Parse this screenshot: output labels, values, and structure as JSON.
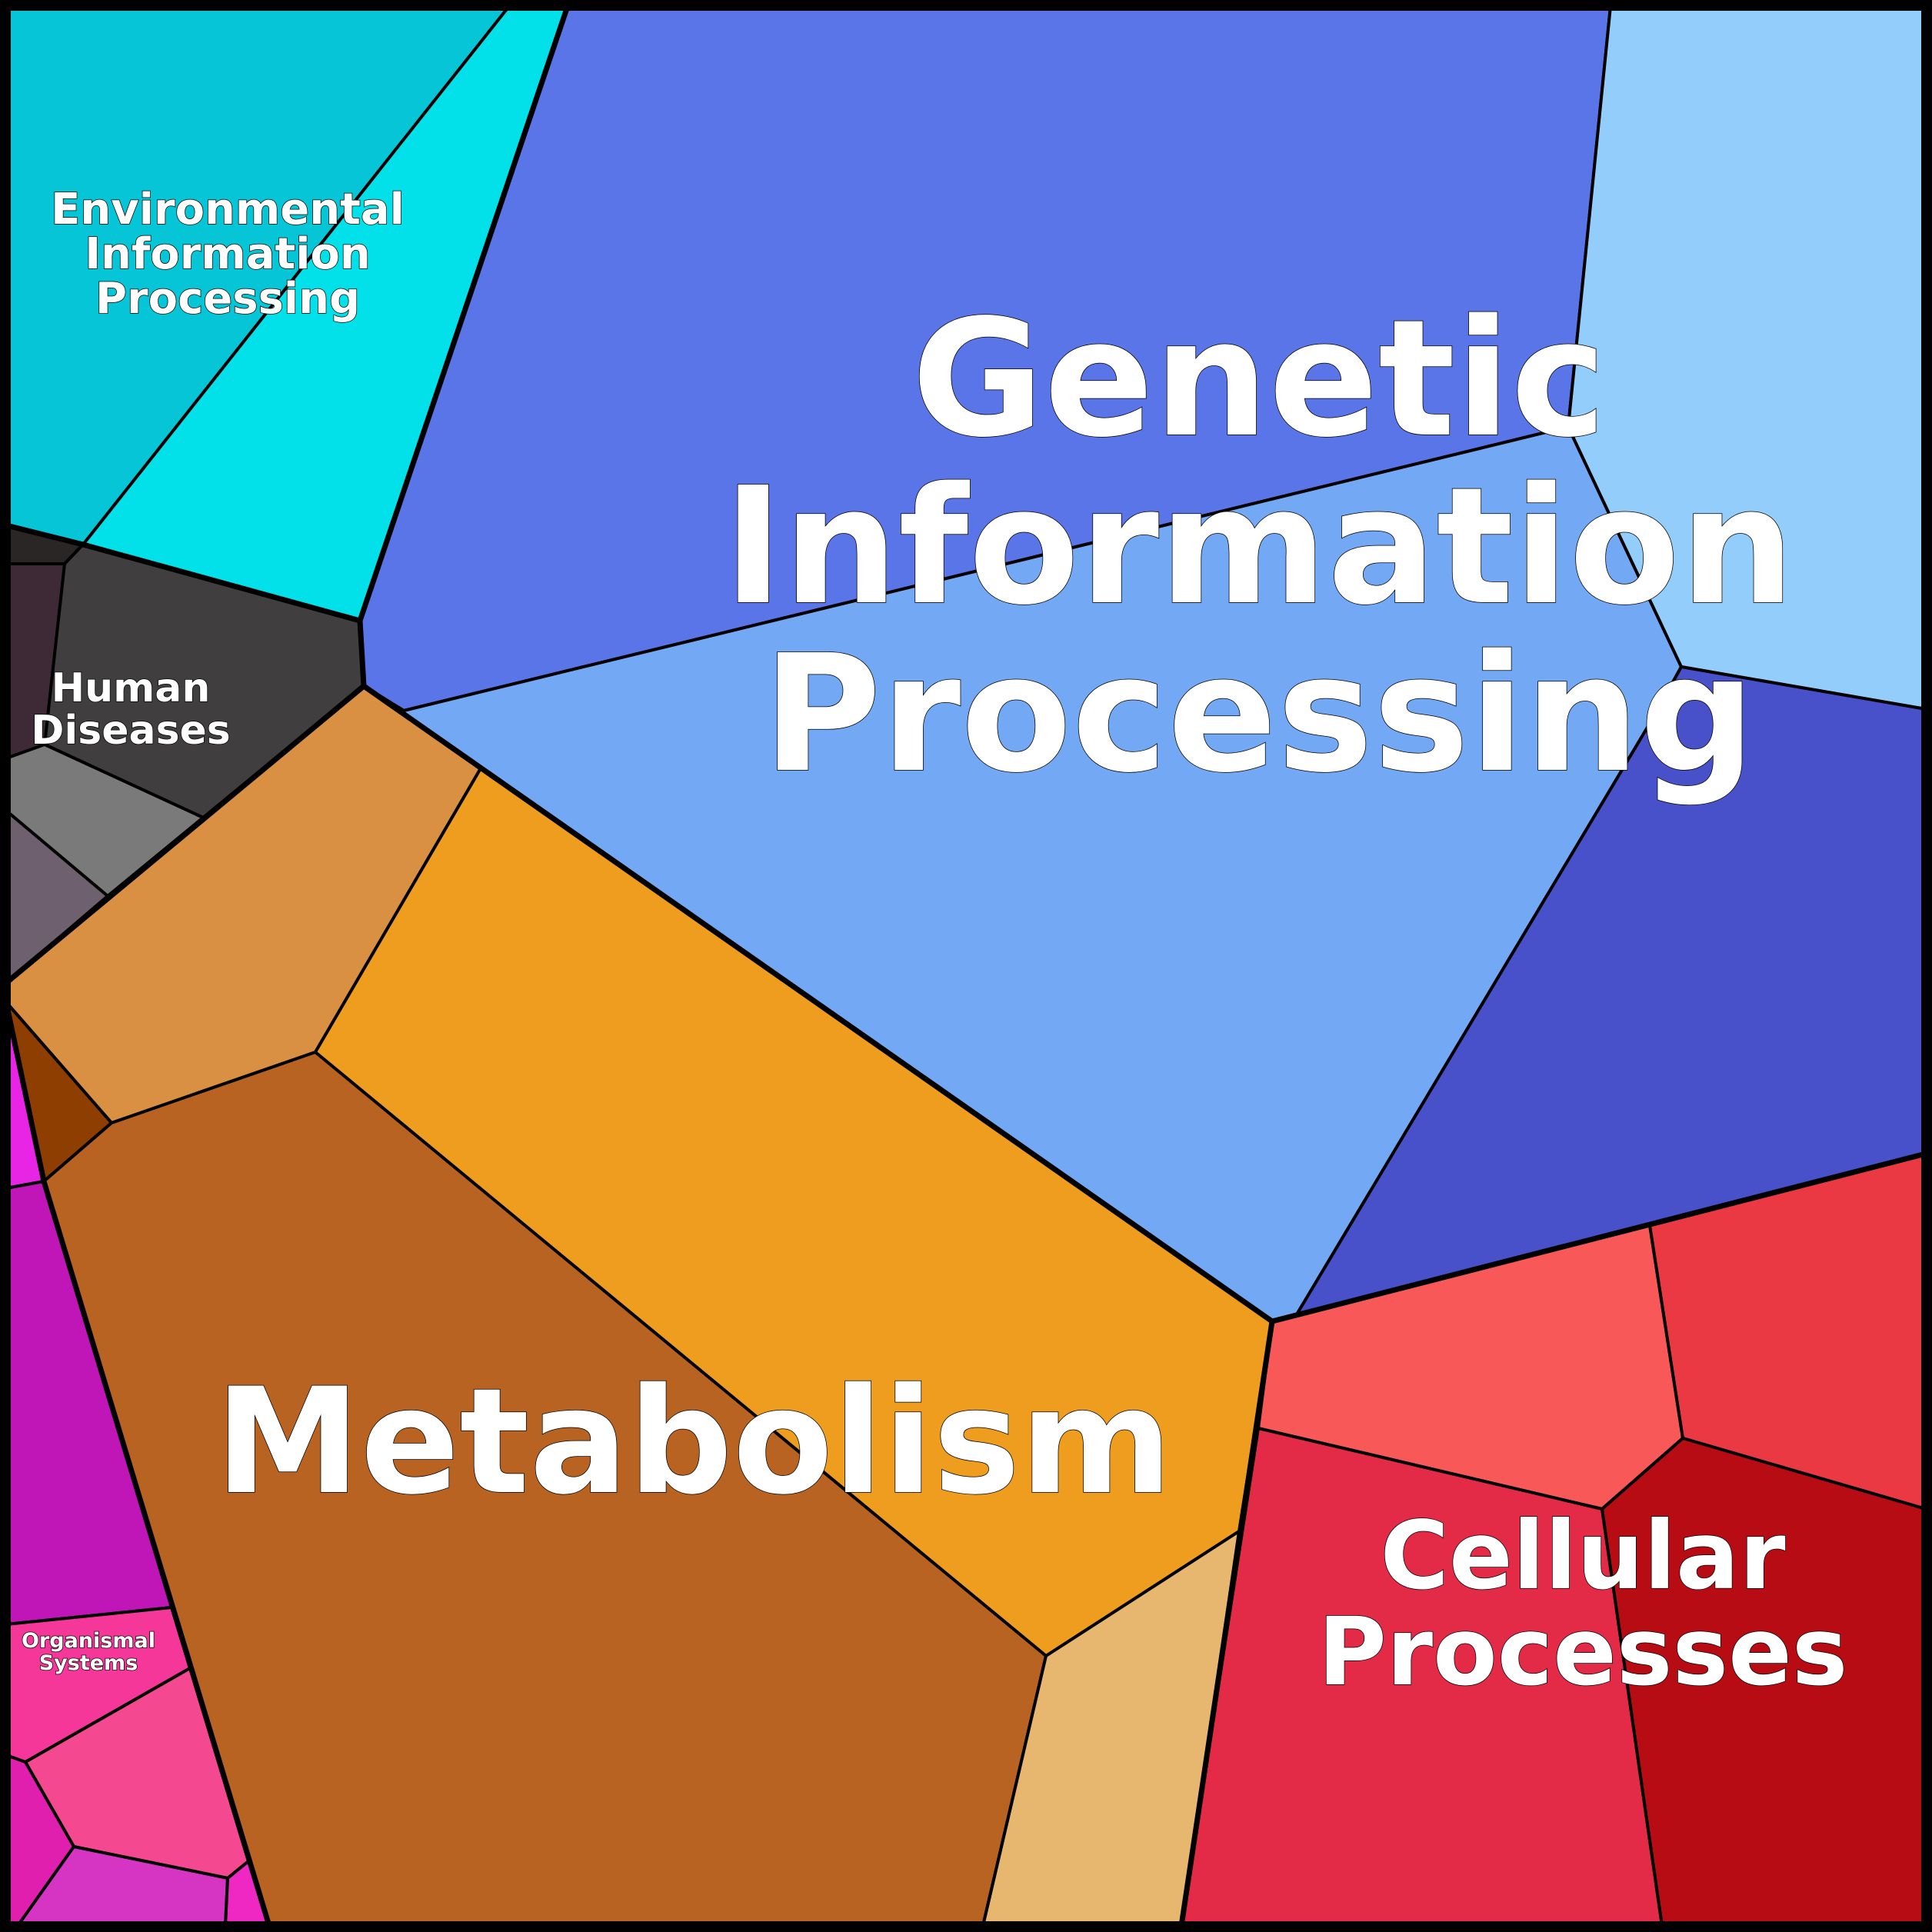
{
  "diagram": {
    "type": "voronoi-treemap",
    "groups": [
      {
        "id": "genetic",
        "lines": [
          "Genetic",
          "Information",
          "Processing"
        ],
        "colors": [
          "#5A75E8",
          "#73A9F4",
          "#93CDFB",
          "#4951CA"
        ]
      },
      {
        "id": "metabolism",
        "lines": [
          "Metabolism"
        ],
        "colors": [
          "#B96322",
          "#EE9D1F",
          "#DA9043",
          "#8F3E02",
          "#E7B770"
        ]
      },
      {
        "id": "cellular",
        "lines": [
          "Cellular",
          "Processes"
        ],
        "colors": [
          "#E32A47",
          "#F85858",
          "#EB3944",
          "#B80C15"
        ]
      },
      {
        "id": "environmental",
        "lines": [
          "Environmental",
          "Information",
          "Processing"
        ],
        "colors": [
          "#06C5D6",
          "#02E1E9"
        ]
      },
      {
        "id": "human",
        "lines": [
          "Human",
          "Diseases"
        ],
        "colors": [
          "#403E3E",
          "#3E2A36",
          "#2B2626",
          "#7A7A7A",
          "#6E606F"
        ]
      },
      {
        "id": "organismal",
        "lines": [
          "Organismal",
          "Systems"
        ],
        "colors": [
          "#C116B7",
          "#E824E5",
          "#F5379A",
          "#F44990",
          "#E01FAF",
          "#D535C2",
          "#EF28C4"
        ]
      }
    ]
  }
}
